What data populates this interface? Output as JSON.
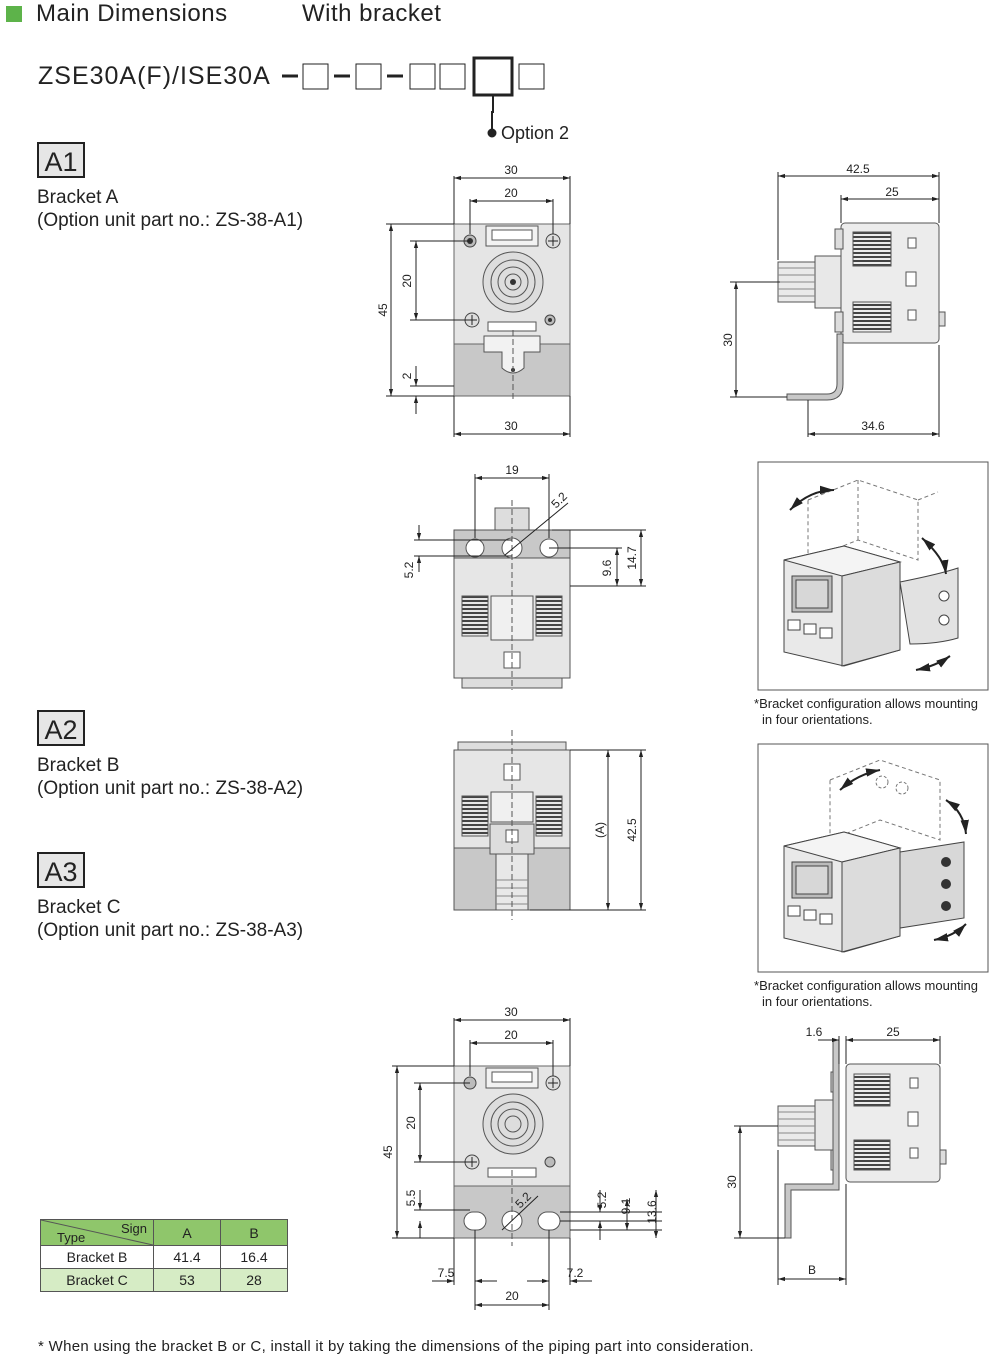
{
  "colors": {
    "accent": "#5db34a",
    "table_header": "#8fc66b",
    "table_row_alt": "#d6ecc5",
    "body_gray": "#c8c8c8"
  },
  "header": {
    "title": "Main Dimensions",
    "subtitle": "With bracket"
  },
  "model": {
    "code": "ZSE30A(F)/ISE30A",
    "option_label": "Option 2"
  },
  "sections": [
    {
      "badge": "A1",
      "name": "Bracket A",
      "part": "(Option unit part no.: ZS-38-A1)"
    },
    {
      "badge": "A2",
      "name": "Bracket B",
      "part": "(Option unit part no.: ZS-38-A2)"
    },
    {
      "badge": "A3",
      "name": "Bracket C",
      "part": "(Option unit part no.: ZS-38-A3)"
    }
  ],
  "dims": {
    "a1_front": {
      "w_outer": "30",
      "w_inner": "20",
      "h_total": "45",
      "h_mount": "20",
      "h_base": "2",
      "w_bottom": "30"
    },
    "a1_side": {
      "w_total": "42.5",
      "w_body": "25",
      "h_bracket": "30",
      "w_bottom": "34.6"
    },
    "a1_bottom": {
      "w": "19",
      "hole": "5.2",
      "hole_left": "5.2",
      "d1": "9.6",
      "d2": "14.7"
    },
    "a2": {
      "a": "(A)",
      "h": "42.5"
    },
    "a3_front": {
      "w_outer": "30",
      "w_inner": "20",
      "h_total": "45",
      "h_mount": "20",
      "d_left": "5.5",
      "hole": "5.2",
      "d_r1": "5.2",
      "d_r2": "9.1",
      "d_r3": "13.6",
      "w_l": "7.5",
      "w_r": "7.2",
      "w_bottom": "20"
    },
    "a3_side": {
      "t": "1.6",
      "w_body": "25",
      "h_bracket": "30",
      "b": "B"
    }
  },
  "notes": {
    "orient_marker": "*",
    "orient_1": "Bracket configuration allows mounting",
    "orient_2": "in four orientations."
  },
  "sign_table": {
    "corner_top": "Sign",
    "corner_bottom": "Type",
    "col_a": "A",
    "col_b": "B",
    "rows": [
      {
        "type": "Bracket B",
        "a": "41.4",
        "b": "16.4"
      },
      {
        "type": "Bracket C",
        "a": "53",
        "b": "28"
      }
    ]
  },
  "footer": "* When using the bracket B or C, install it by taking the dimensions of the piping part into consideration."
}
